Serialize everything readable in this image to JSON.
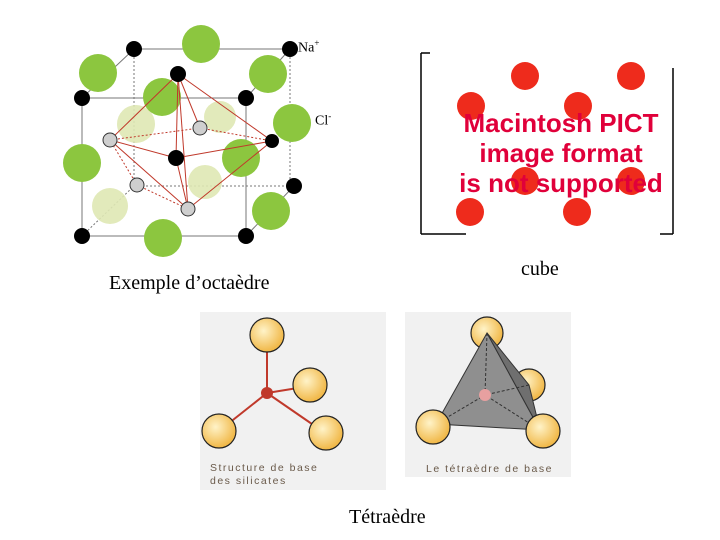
{
  "labels": {
    "na_ion": "Na",
    "na_charge": "+",
    "cl_ion": "Cl",
    "cl_charge": "-",
    "octahedron": "Exemple d’octaèdre",
    "cube": "cube",
    "tetrahedron": "Tétraèdre"
  },
  "pict_placeholder": {
    "line1": "Macintosh PICT",
    "line2": "image format",
    "line3": "is not supported"
  },
  "captions": {
    "silicate_line1": "Structure de base",
    "silicate_line2": "des silicates",
    "tetra_base": "Le tétraèdre de base"
  },
  "colors": {
    "na_sphere": "#000000",
    "cl_sphere": "#8cc63f",
    "cl_sphere_faded": "#d9e6a8",
    "octahedron_edges": "#c0392b",
    "cube_spheres": "#ee2b1c",
    "pict_text": "#e0003a",
    "silicate_oxygen": "#f5c96b",
    "silicate_center": "#c0392b",
    "tetra_face": "#8f8f8f"
  }
}
